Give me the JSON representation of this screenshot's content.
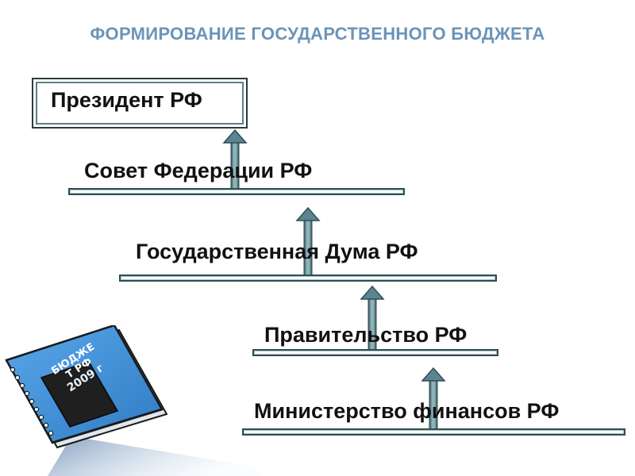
{
  "title": "ФОРМИРОВАНИЕ ГОСУДАРСТВЕННОГО БЮДЖЕТА",
  "levels": {
    "president": "Президент  РФ",
    "federation_council": "Совет Федерации РФ",
    "state_duma": "Государственная Дума  РФ",
    "government": "Правительство РФ",
    "ministry_of_finance": "Министерство финансов РФ"
  },
  "book": {
    "line1": "БЮДЖЕ",
    "line2": "Т  РФ",
    "line3": "2009 г"
  },
  "colors": {
    "title": "#6b94b8",
    "book_cover": "#3f8fd6",
    "book_panel": "#1f1f1f",
    "platform_border": "#2f4f4f",
    "arrow_fill": "#5a8490"
  }
}
